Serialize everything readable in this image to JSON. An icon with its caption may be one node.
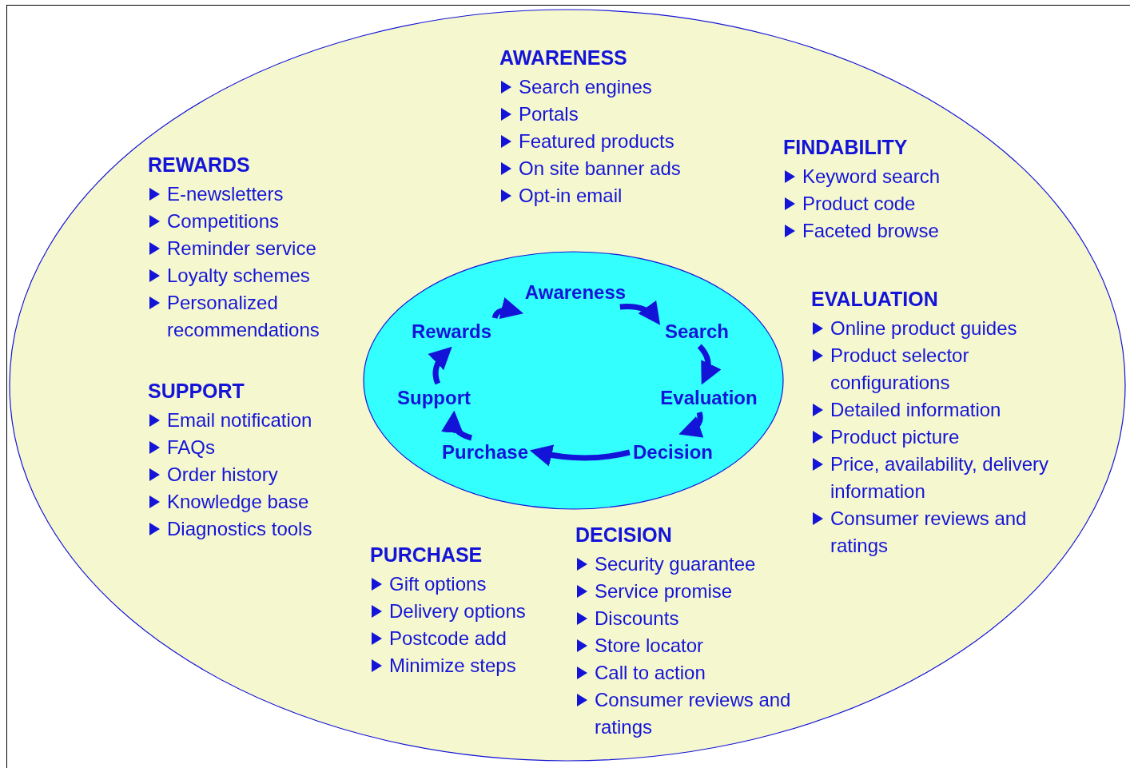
{
  "diagram": {
    "nodes": [
      {
        "text": [],
        "shape": "ellipse"
      },
      {
        "text": [],
        "shape": "ellipse",
        "in": 0
      },
      {
        "text": [
          "Awareness"
        ],
        "in": 1
      },
      {
        "text": [
          "Search"
        ],
        "in": 1
      },
      {
        "text": [
          "Evaluation"
        ],
        "in": 1
      },
      {
        "text": [
          "Decision"
        ],
        "in": 1
      },
      {
        "text": [
          "Purchase"
        ],
        "in": 1
      },
      {
        "text": [
          "Support"
        ],
        "in": 1
      },
      {
        "text": [
          "Rewards"
        ],
        "in": 1
      }
    ],
    "edges": [
      {
        "from": 2,
        "to": 3,
        "arrow": "to"
      },
      {
        "from": 3,
        "to": 4,
        "arrow": "to"
      },
      {
        "from": 4,
        "to": 5,
        "arrow": "to"
      },
      {
        "from": 5,
        "to": 6,
        "arrow": "to"
      },
      {
        "from": 6,
        "to": 7,
        "arrow": "to"
      },
      {
        "from": 7,
        "to": 8,
        "arrow": "to"
      },
      {
        "from": 8,
        "to": 2,
        "arrow": "to"
      }
    ],
    "labels": [
      "AWARENESS",
      "Search engines",
      "Portals",
      "Featured products",
      "On site banner ads",
      "Opt-in email",
      "REWARDS",
      "E-newsletters",
      "Competitions",
      "Reminder service",
      "Loyalty schemes",
      "Personalized recommendations",
      "FINDABILITY",
      "Keyword search",
      "Product code",
      "Faceted browse",
      "EVALUATION",
      "Online product guides",
      "Product selector configurations",
      "Detailed information",
      "Product picture",
      "Price, availability, delivery information",
      "Consumer reviews and ratings",
      "SUPPORT",
      "Email notification",
      "FAQs",
      "Order history",
      "Knowledge base",
      "Diagnostics tools",
      "DECISION",
      "Security guarantee",
      "Service promise",
      "Discounts",
      "Store locator",
      "Call to action",
      "Consumer reviews and ratings",
      "PURCHASE",
      "Gift options",
      "Delivery options",
      "Postcode add",
      "Minimize steps"
    ]
  }
}
